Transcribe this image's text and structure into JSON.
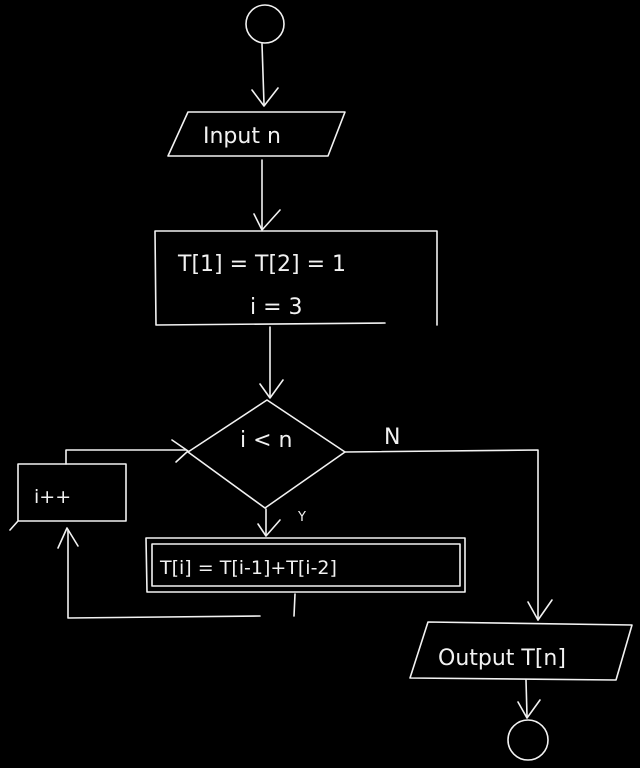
{
  "diagram": {
    "input_label": "Input n",
    "init_line1": "T[1] = T[2] = 1",
    "init_line2": "i = 3",
    "condition": "i < n",
    "branch_no": "N",
    "branch_yes": "Y",
    "increment": "i++",
    "recurrence": "T[i] = T[i-1]+T[i-2]",
    "output_label": "Output T[n]"
  },
  "colors": {
    "background": "#000000",
    "ink": "#f2f2f2"
  }
}
